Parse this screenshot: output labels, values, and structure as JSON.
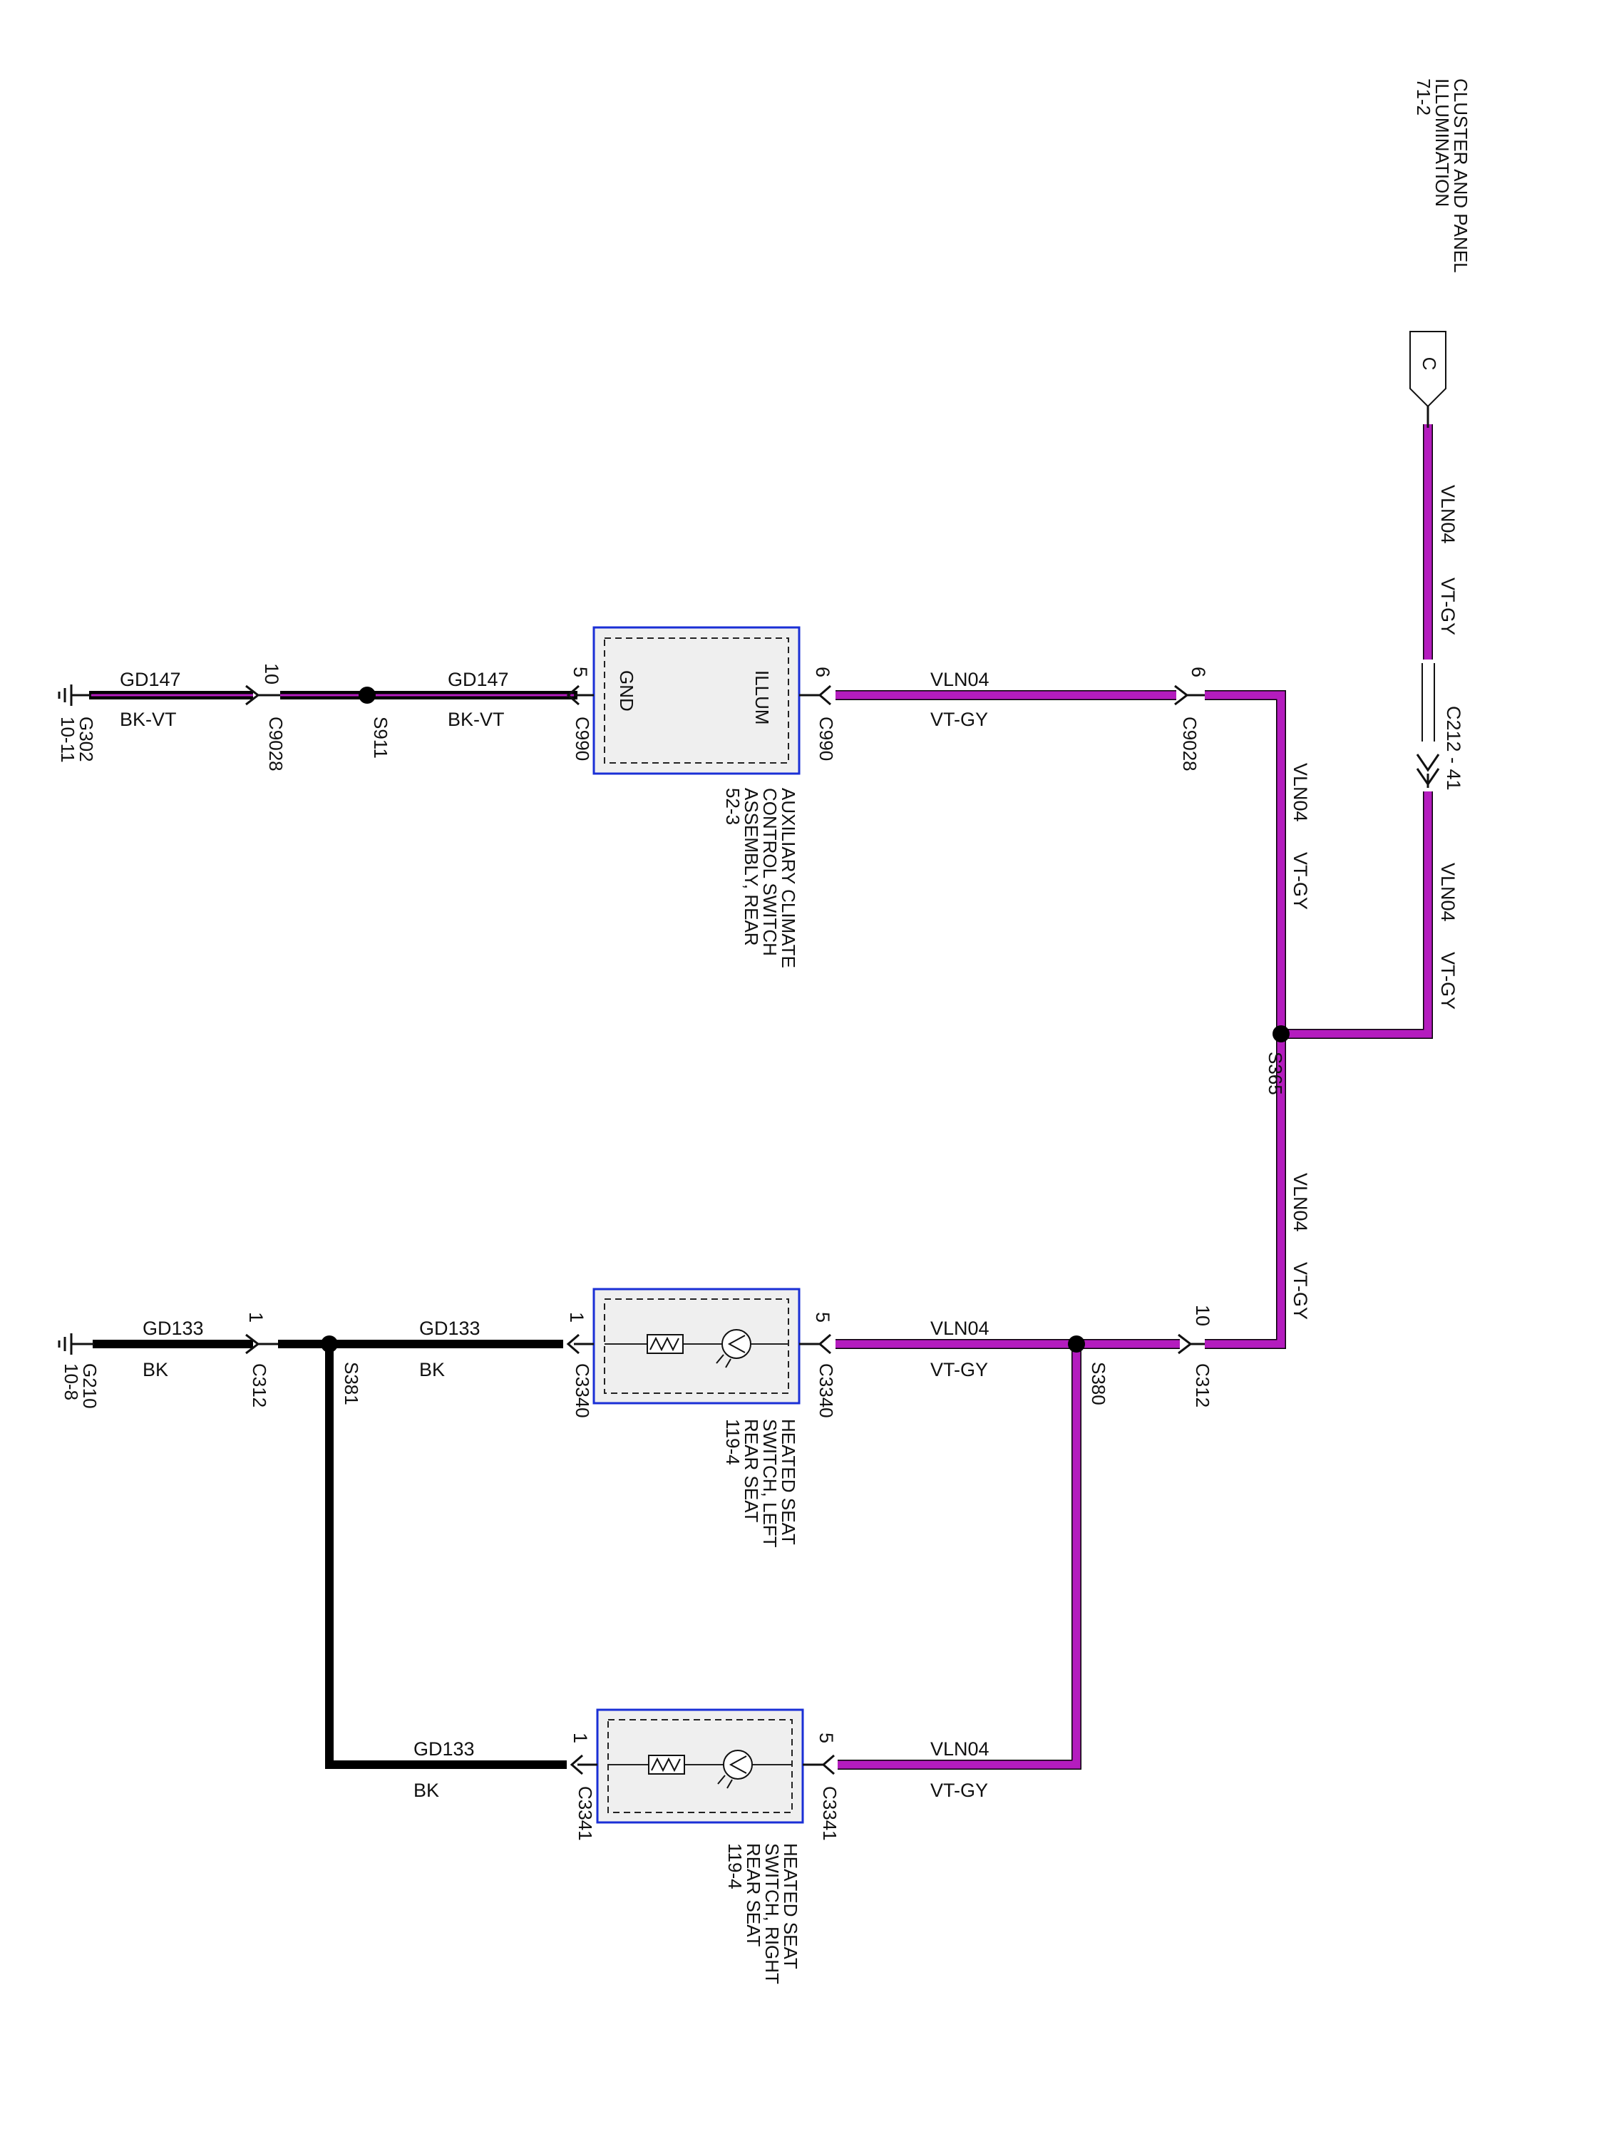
{
  "colors": {
    "wire_violet": "#b41cbe",
    "wire_black": "#000000",
    "component_border": "#1a2fd6",
    "component_fill": "#efefef"
  },
  "offpage": {
    "title": [
      "CLUSTER AND PANEL",
      "ILLUMINATION",
      "71-2"
    ],
    "connector_letter": "C"
  },
  "wires": {
    "vln04": "VLN04",
    "vt_gy": "VT-GY",
    "gd147": "GD147",
    "bk_vt": "BK-VT",
    "gd133": "GD133",
    "bk": "BK"
  },
  "connectors": {
    "c212": "C212 - 41",
    "c9028": "C9028",
    "c990": "C990",
    "c312": "C312",
    "c3340": "C3340",
    "c3341": "C3341"
  },
  "pins": {
    "c9028_vln04": "6",
    "c990_illum": "6",
    "c990_gnd": "5",
    "c9028_gd147": "10",
    "c312_vln04": "10",
    "c312_gd133": "1",
    "c3340_illum": "5",
    "c3340_gnd": "1",
    "c3341_illum": "5",
    "c3341_gnd": "1"
  },
  "splices": {
    "s365": "S365",
    "s380": "S380",
    "s381": "S381",
    "s911": "S911"
  },
  "grounds": {
    "g302": [
      "G302",
      "10-11"
    ],
    "g210": [
      "G210",
      "10-8"
    ]
  },
  "components": {
    "aux_climate": {
      "illum_label": "ILLUM",
      "gnd_label": "GND",
      "name_lines": [
        "AUXILIARY CLIMATE",
        "CONTROL SWITCH",
        "ASSEMBLY, REAR",
        "52-3"
      ]
    },
    "heated_left": {
      "name_lines": [
        "HEATED SEAT",
        "SWITCH, LEFT",
        "REAR SEAT",
        "119-4"
      ]
    },
    "heated_right": {
      "name_lines": [
        "HEATED SEAT",
        "SWITCH, RIGHT",
        "REAR SEAT",
        "119-4"
      ]
    }
  }
}
